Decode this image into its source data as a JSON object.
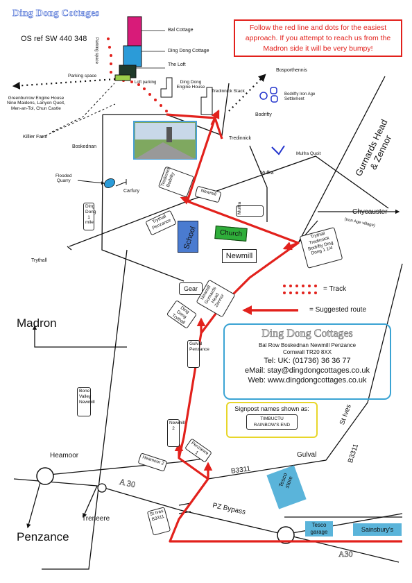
{
  "title": "Ding Dong Cottages",
  "os_ref": "OS ref SW 440 348",
  "notice": "Follow the red line and dots for the easiest approach. If you attempt to reach us from the Madron side it will be very bumpy!",
  "buildings": {
    "bal_cottage": "Bal Cottage",
    "ding_dong_cottage": "Ding Dong Cottage",
    "the_loft": "The Loft",
    "loft_parking": "Loft parking",
    "parking_space_vertical": "Parking space",
    "parking_space": "Parking space",
    "engine_house": "Ding Dong Engine House",
    "tredinnick_stack": "Tredinnick Stack"
  },
  "places": {
    "greenburrow": "Greenburrow Engine House",
    "nine_maidens": "Nine Maidens, Lanyon Quoit,",
    "men_an_tol": "Men-an-Tol, Chun Castle",
    "killier_farm": "Killier Farm",
    "boskednan": "Boskednan",
    "tredinnick": "Tredinnick",
    "bosporthennis": "Bosporthennis",
    "bodrifty_iron_age_1": "Bodrifty Iron Age",
    "bodrifty_iron_age_2": "Settlement",
    "bodrifty": "Bodrifty",
    "mulfra_quoit": "Mulfra Quoit",
    "mulfra": "Mulfra",
    "flooded_quarry_1": "Flooded",
    "flooded_quarry_2": "Quarry",
    "carfury": "Carfury",
    "trythall": "Trythall",
    "madron": "Madron",
    "heamoor": "Heamoor",
    "treneere": "Treneere",
    "penzance": "Penzance",
    "gulval": "Gulval",
    "st_ives": "St Ives",
    "chycauster": "Chycauster",
    "iron_age_village": "(Iron Age village)",
    "gurnards_head_1": "Gurnards Head",
    "gurnards_head_2": "& Zennor",
    "newmill": "Newmill",
    "church": "Church",
    "school": "School",
    "tesco_store": "Tesco store",
    "tesco_garage": "Tesco garage",
    "sainsburys": "Sainsbury's"
  },
  "roads": {
    "b3311_gulval": "B3311",
    "b3311_stives": "B3311",
    "a30_west": "A 30",
    "a30_east": "A30",
    "pz_bypass": "PZ Bypass"
  },
  "signposts": {
    "tredinnick_bodrifty": "Tredinnick Bodrifty",
    "newmill_a": "Newmill",
    "mulfra": "Mulfra",
    "trythall_penzance": "Trythall Penzance",
    "ding_dong_mile": "Ding Dong 1 mile",
    "trythall_tredinnick": "Trythall Tredinnick",
    "bodrifty_ding_dong": "Bodrifty Ding Dong 1 1/4",
    "gear": "Gear",
    "newmill_gurnards": "Newmill Gurnards Head Zennor",
    "ding_dong_trythall": "Ding Dong Trythall",
    "gulval_penzance": "Gulval Penzance",
    "bone_valley": "Bone Valley Newmill",
    "newmill_2": "Newmill 2",
    "penzance_1": "Penzance 1",
    "heamoor_2": "Heamoor 2",
    "st_ives_b3311": "St Ives B3311"
  },
  "legend": {
    "track": "= Track",
    "route": "= Suggested route"
  },
  "contact": {
    "name": "Ding Dong Cottages",
    "address_1": "Bal Row   Boskednan   Newmill   Penzance",
    "address_2": "Cornwall   TR20 8XX",
    "tel": "Tel: UK: (01736) 36 36 77",
    "email": "eMail:  stay@dingdongcottages.co.uk",
    "web": "Web: www.dingdongcottages.co.uk"
  },
  "signpost_key": {
    "caption": "Signpost names shown as:",
    "ex_1": "TIMBUCTU",
    "ex_2": "RAINBOW'S END"
  },
  "colors": {
    "route": "#e2211c",
    "road": "#1a1a1a",
    "bal_cottage": "#d81b79",
    "ding_dong_cottage": "#2b9bd8",
    "loft": "#1f3a2a",
    "parking": "#9ccf4a",
    "school": "#4a7bd0",
    "church": "#2fae3a",
    "tesco": "#5ab4da",
    "contact_border": "#3aa3d3",
    "key_border": "#e8d62a"
  }
}
